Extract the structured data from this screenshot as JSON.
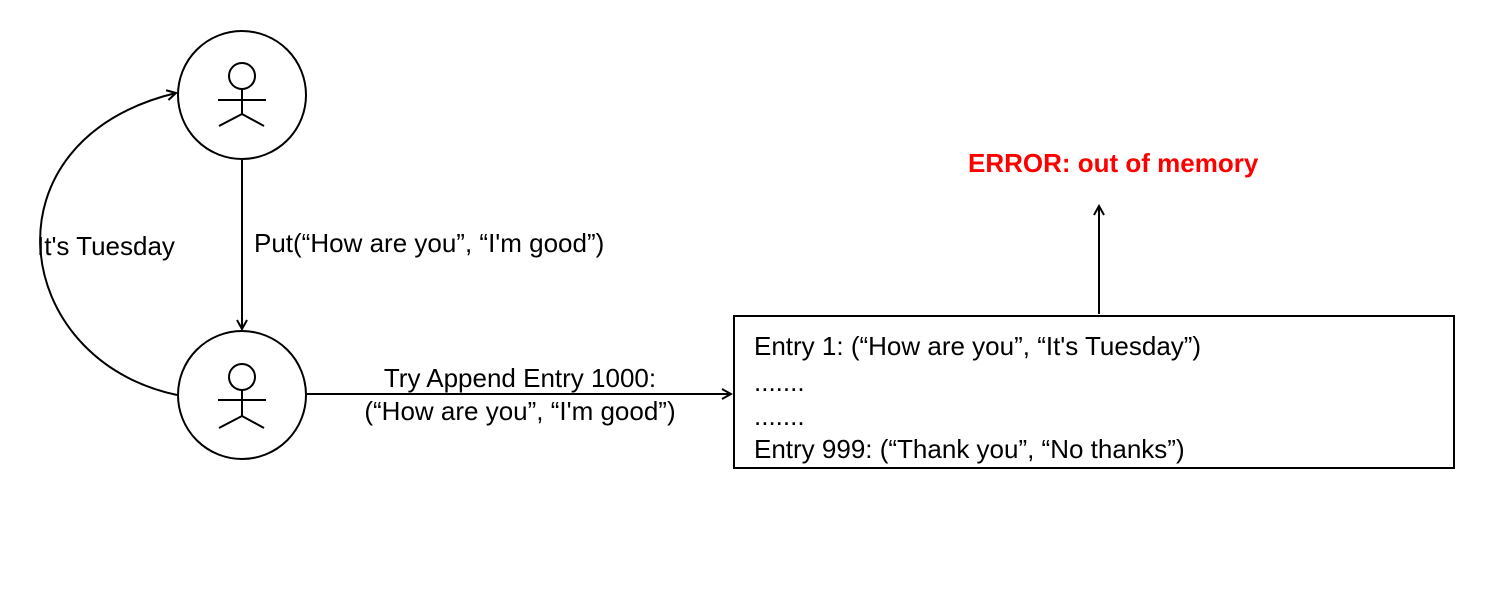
{
  "nodes": {
    "top_person_icon": "person-icon",
    "bottom_person_icon": "person-icon"
  },
  "edges": {
    "loop_label": "It's Tuesday",
    "put_label": "Put(“How are you”, “I'm good”)",
    "append_label_line1": "Try Append Entry 1000:",
    "append_label_line2": "(“How are you”, “I'm good”)"
  },
  "log": {
    "entries": [
      "Entry 1: (“How are you”, “It's Tuesday”)",
      ".......",
      ".......",
      "Entry 999: (“Thank you”, “No thanks”)"
    ]
  },
  "error": {
    "text": "ERROR: out of memory",
    "color": "#ff0000"
  }
}
